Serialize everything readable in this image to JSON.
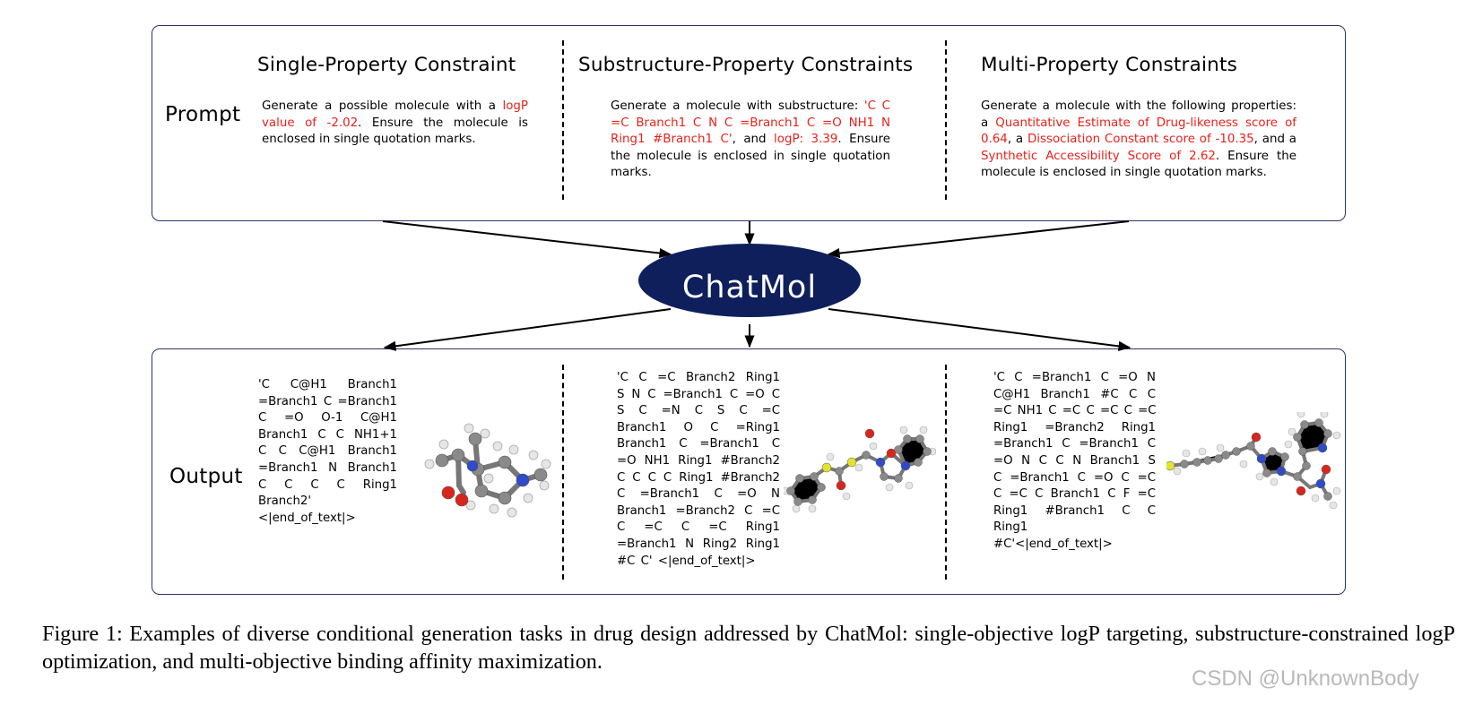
{
  "prompt_label": "Prompt",
  "output_label": "Output",
  "center_node": "ChatMol",
  "columns": [
    {
      "title": "Single-Property Constraint",
      "prompt_segments": [
        {
          "text": "Generate a possible molecule with a ",
          "highlight": false
        },
        {
          "text": "logP value of -2.02",
          "highlight": true
        },
        {
          "text": ". Ensure the molecule is enclosed in single quotation marks.",
          "highlight": false
        }
      ],
      "output_lines": [
        "'C C@H1 Branch1",
        "=Branch1 C =Branch1",
        "C =O O-1 C@H1",
        "Branch1 C C NH1+1",
        "C C C@H1 Branch1",
        "=Branch1 N Branch1",
        "C C C C Ring1",
        "Branch2'",
        "<|end_of_text|>"
      ]
    },
    {
      "title": "Substructure-Property Constraints",
      "prompt_segments": [
        {
          "text": "Generate a molecule with substructure: ",
          "highlight": false
        },
        {
          "text": "'C C =C Branch1 C N C =Branch1 C =O NH1 N Ring1 #Branch1 C'",
          "highlight": true
        },
        {
          "text": ", and ",
          "highlight": false
        },
        {
          "text": "logP: 3.39",
          "highlight": true
        },
        {
          "text": ". Ensure the molecule is enclosed in single quotation marks.",
          "highlight": false
        }
      ],
      "output_lines": [
        "'C C =C Branch2 Ring1",
        "S N C =Branch1 C =O C",
        "S C =N C S C =C",
        "Branch1 O C =Ring1",
        "Branch1 C =Branch1 C",
        "=O NH1 Ring1 #Branch2",
        "C C C C Ring1 #Branch2",
        "C =Branch1 C =O N",
        "Branch1 =Branch2 C =C",
        "C =C C =C Ring1",
        "=Branch1 N Ring2 Ring1",
        "#C C' <|end_of_text|>"
      ]
    },
    {
      "title": "Multi-Property Constraints",
      "prompt_segments": [
        {
          "text": "Generate a molecule with the following properties: a ",
          "highlight": false
        },
        {
          "text": "Quantitative Estimate of Drug-likeness score of 0.64",
          "highlight": true
        },
        {
          "text": ", a ",
          "highlight": false
        },
        {
          "text": "Dissociation Constant score of -10.35",
          "highlight": true
        },
        {
          "text": ", and a ",
          "highlight": false
        },
        {
          "text": "Synthetic Accessibility Score of 2.62",
          "highlight": true
        },
        {
          "text": ". Ensure the molecule is enclosed in single quotation marks.",
          "highlight": false
        }
      ],
      "output_lines": [
        "'C C =Branch1 C =O N",
        "C@H1 Branch1 #C C C",
        "=C NH1 C =C C =C C =C",
        "Ring1 =Branch2 Ring1",
        "=Branch1 C =Branch1 C",
        "=O N C C N Branch1 S",
        "C =Branch1 C =O C =C",
        "C =C C Branch1 C F =C",
        "Ring1 #Branch1 C C",
        "Ring1",
        "#C'<|end_of_text|>"
      ]
    }
  ],
  "caption": "Figure 1: Examples of diverse conditional generation tasks in drug design addressed by ChatMol: single-objective logP targeting, substructure-constrained logP optimization, and multi-objective binding affinity maximization.",
  "watermark": "CSDN @UnknownBody",
  "colors": {
    "highlight": "#e8211b",
    "ellipse_fill": "#0e1f5b",
    "panel_border": "#2a3566",
    "carbon": "#8a8a8a",
    "hydrogen": "#e8e8e8",
    "oxygen": "#d9261c",
    "nitrogen": "#2f4bc9",
    "sulfur": "#e2e230"
  }
}
